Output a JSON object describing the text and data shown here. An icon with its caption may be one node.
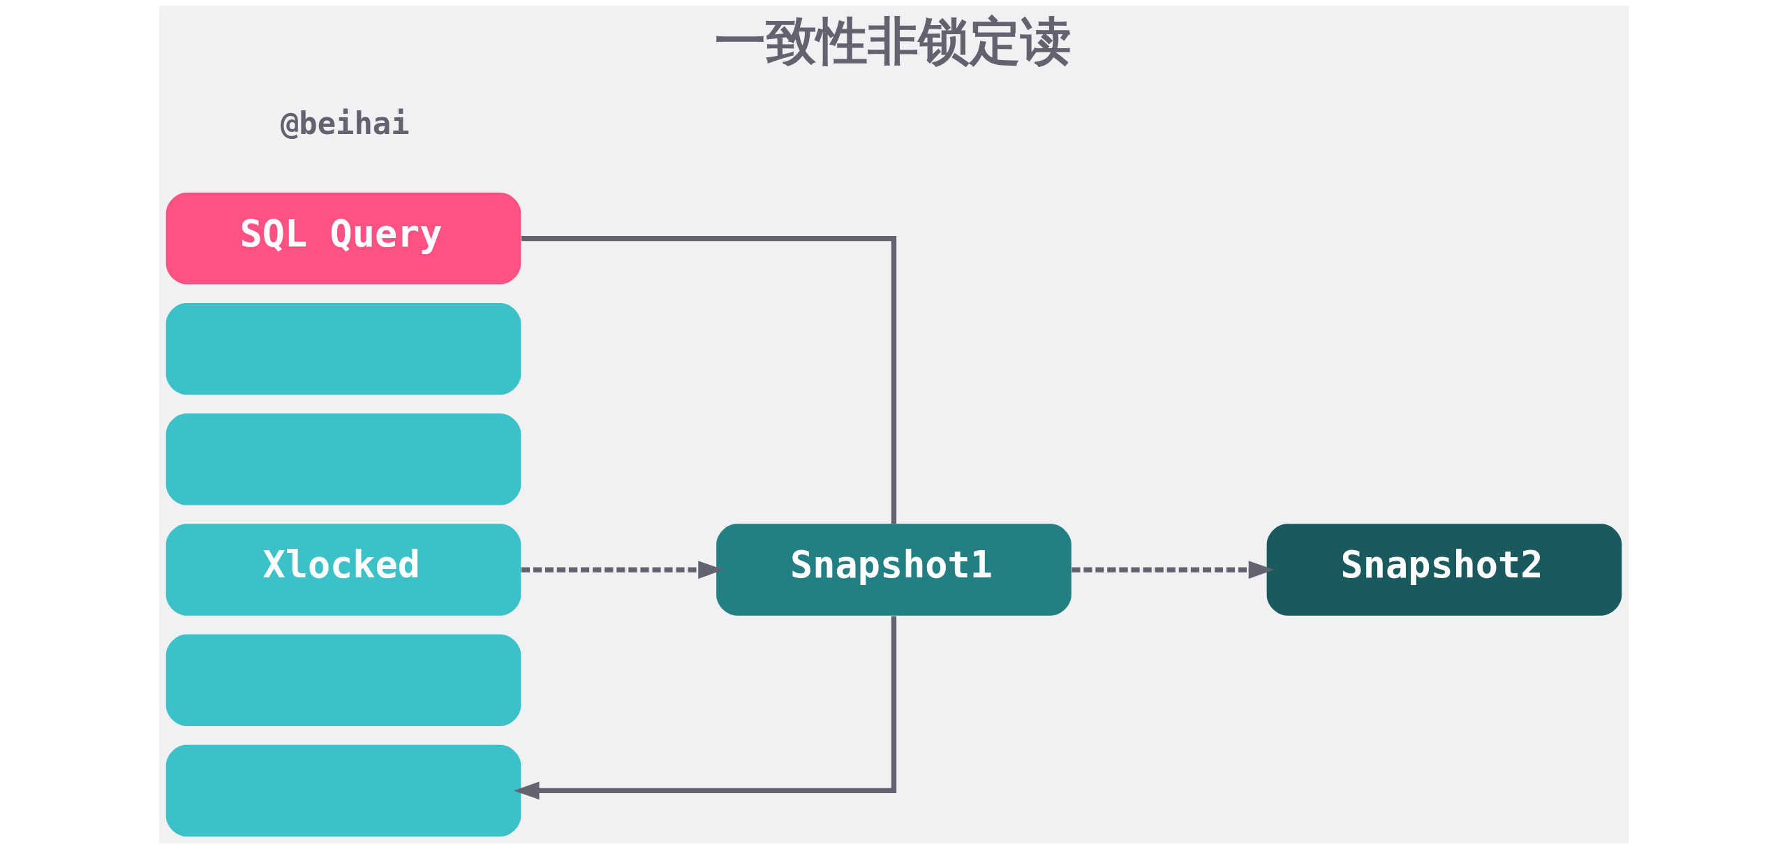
{
  "diagram": {
    "title": "一致性非锁定读",
    "nodes": [
      {
        "text": [
          "SQL Query"
        ]
      },
      {
        "text": [],
        "shape": "box"
      },
      {
        "text": [],
        "shape": "box"
      },
      {
        "text": [
          "Xlocked"
        ]
      },
      {
        "text": [],
        "shape": "box"
      },
      {
        "text": [],
        "shape": "box"
      },
      {
        "text": [
          "Snapshot1"
        ]
      },
      {
        "text": [
          "Snapshot2"
        ]
      }
    ],
    "edges": [
      {
        "from": 0,
        "to": 6,
        "arrow": "none"
      },
      {
        "from": 6,
        "to": 5,
        "arrow": "to"
      },
      {
        "from": 3,
        "to": 6,
        "arrow": "to",
        "style": "dashed"
      },
      {
        "from": 6,
        "to": 7,
        "arrow": "to",
        "style": "dashed"
      }
    ],
    "labels": [
      "@beihai"
    ]
  }
}
